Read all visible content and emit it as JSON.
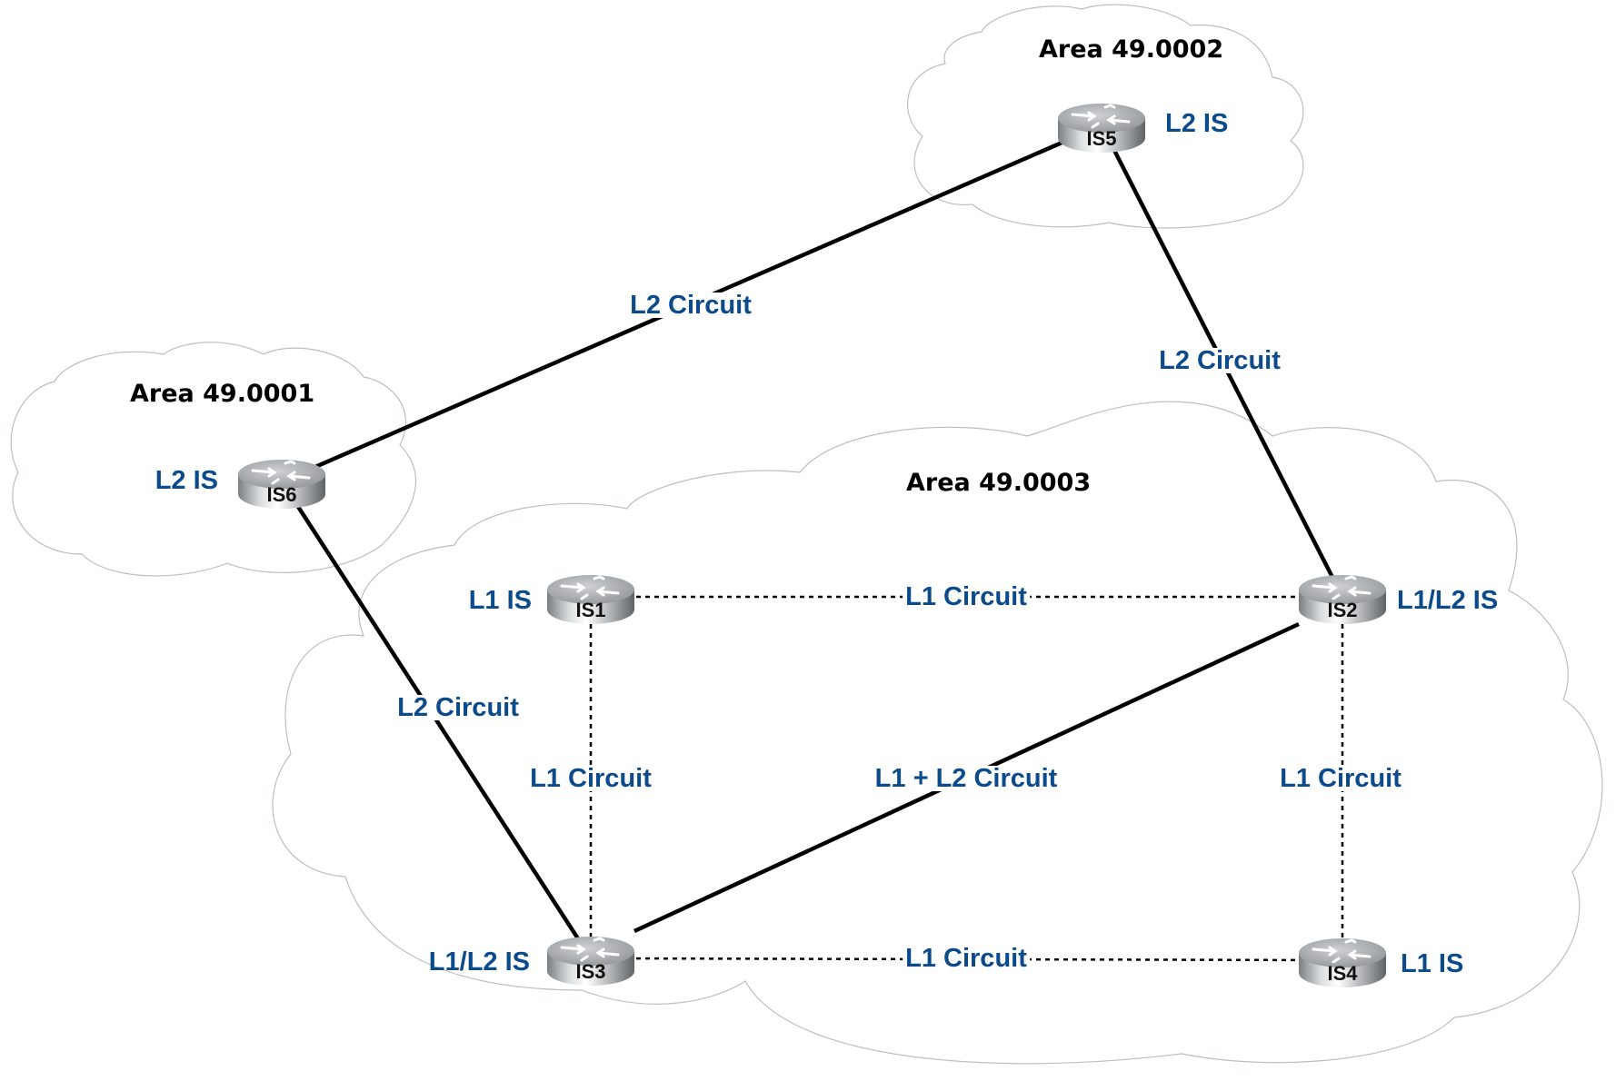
{
  "areas": [
    {
      "id": "area-0001",
      "label": "Area 49.0001"
    },
    {
      "id": "area-0002",
      "label": "Area 49.0002"
    },
    {
      "id": "area-0003",
      "label": "Area 49.0003"
    }
  ],
  "routers": [
    {
      "id": "IS1",
      "name": "IS1",
      "role": "L1 IS",
      "area": "Area 49.0003"
    },
    {
      "id": "IS2",
      "name": "IS2",
      "role": "L1/L2 IS",
      "area": "Area 49.0003"
    },
    {
      "id": "IS3",
      "name": "IS3",
      "role": "L1/L2 IS",
      "area": "Area 49.0003"
    },
    {
      "id": "IS4",
      "name": "IS4",
      "role": "L1 IS",
      "area": "Area 49.0003"
    },
    {
      "id": "IS5",
      "name": "IS5",
      "role": "L2 IS",
      "area": "Area 49.0002"
    },
    {
      "id": "IS6",
      "name": "IS6",
      "role": "L2 IS",
      "area": "Area 49.0001"
    }
  ],
  "links": [
    {
      "from": "IS6",
      "to": "IS5",
      "type": "L2",
      "label": "L2 Circuit"
    },
    {
      "from": "IS5",
      "to": "IS2",
      "type": "L2",
      "label": "L2 Circuit"
    },
    {
      "from": "IS6",
      "to": "IS3",
      "type": "L2",
      "label": "L2 Circuit"
    },
    {
      "from": "IS1",
      "to": "IS2",
      "type": "L1",
      "label": "L1 Circuit"
    },
    {
      "from": "IS1",
      "to": "IS3",
      "type": "L1",
      "label": "L1 Circuit"
    },
    {
      "from": "IS3",
      "to": "IS2",
      "type": "L1+L2",
      "label": "L1 + L2 Circuit"
    },
    {
      "from": "IS2",
      "to": "IS4",
      "type": "L1",
      "label": "L1 Circuit"
    },
    {
      "from": "IS3",
      "to": "IS4",
      "type": "L1",
      "label": "L1 Circuit"
    }
  ],
  "colors": {
    "label_blue": "#0b4a8b",
    "area_text": "#000000",
    "cloud_outline": "#b8bfc4"
  }
}
